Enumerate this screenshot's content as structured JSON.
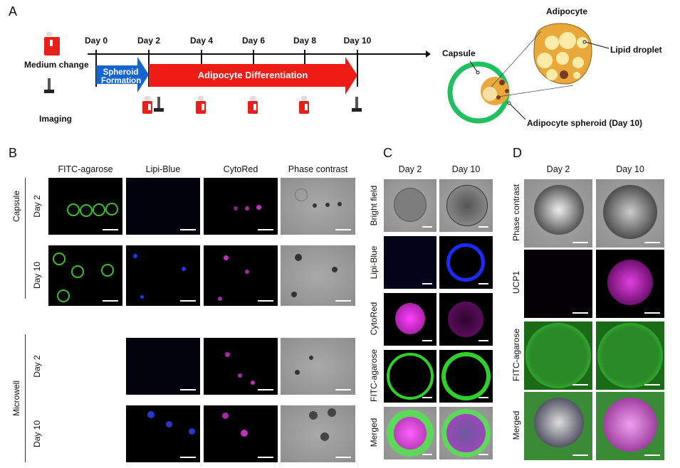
{
  "panels": {
    "a": "A",
    "b": "B",
    "c": "C",
    "d": "D"
  },
  "panel_a": {
    "legend": {
      "medium_change": "Medium change",
      "imaging": "Imaging"
    },
    "timeline_days": [
      "Day 0",
      "Day 2",
      "Day 4",
      "Day 6",
      "Day 8",
      "Day 10"
    ],
    "spheroid_formation": [
      "Spheroid",
      "Formation"
    ],
    "adipocyte_differentiation": "Adipocyte Differentiation",
    "schematic": {
      "adipocyte": "Adipocyte",
      "lipid_droplet": "Lipid droplet",
      "capsule": "Capsule",
      "spheroid": "Adipocyte spheroid (Day 10)"
    },
    "colors": {
      "blue_arrow": "#1565d0",
      "red_arrow": "#ee1c14",
      "capsule": "#1fc060",
      "adipocyte": "#e8a93a"
    }
  },
  "panel_b": {
    "columns": [
      "FITC-agarose",
      "Lipi-Blue",
      "CytoRed",
      "Phase contrast"
    ],
    "groups": [
      "Capsule",
      "Microwell"
    ],
    "rows": [
      "Day 2",
      "Day 10",
      "Day 2",
      "Day 10"
    ]
  },
  "panel_c": {
    "columns": [
      "Day 2",
      "Day 10"
    ],
    "rows": [
      "Bright field",
      "Lipi-Blue",
      "CytoRed",
      "FITC-agarose",
      "Merged"
    ]
  },
  "panel_d": {
    "columns": [
      "Day 2",
      "Day 10"
    ],
    "rows": [
      "Phase  contrast",
      "UCP1",
      "FITC-agarose",
      "Merged"
    ]
  }
}
